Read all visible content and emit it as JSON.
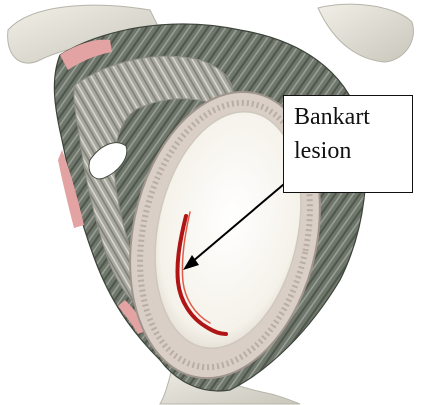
{
  "annotation": {
    "line1": "Bankart",
    "line2": "lesion"
  },
  "colors": {
    "background": "#ffffff",
    "bone": "#e9e6db",
    "glenoid_surface": "#fbf9f4",
    "labrum": "#d9cfc7",
    "muscle_dark": "#5b6358",
    "muscle_mid": "#8a8f84",
    "ligament_pink": "#e3a3a3",
    "lesion_red": "#b01515",
    "arrow": "#000000"
  },
  "icons": [
    "shoulder-glenoid-illustration",
    "arrow-pointer"
  ]
}
